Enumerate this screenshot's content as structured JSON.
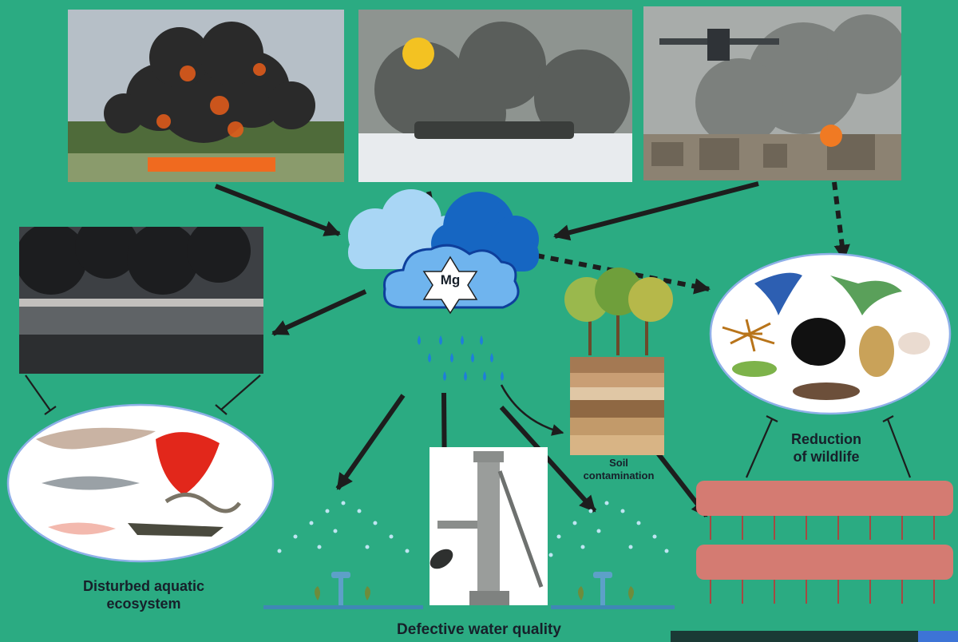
{
  "center_label": "Mg",
  "labels": {
    "aquatic": [
      "Disturbed aquatic",
      "ecosystem"
    ],
    "water": "Defective water quality",
    "soil": [
      "Soil",
      "contamination"
    ],
    "wildlife": [
      "Reduction",
      "of wildlife"
    ]
  },
  "colors": {
    "background": "#2bab82",
    "arrow": "#1d1d1d",
    "cloud_light": "#a9d6f5",
    "cloud_dark": "#1666c2",
    "cloud_mid": "#7fbdf0",
    "droplet": "#1f7fd8",
    "forest": "#d47b72"
  },
  "icons": [
    "explosion-photo",
    "tank-battle-photo",
    "jet-bombing-photo",
    "oil-fire-photo",
    "mg-cloud-icon",
    "soil-layers-icon",
    "hand-pump-photo",
    "sprinkler-icon",
    "forest-icon"
  ]
}
